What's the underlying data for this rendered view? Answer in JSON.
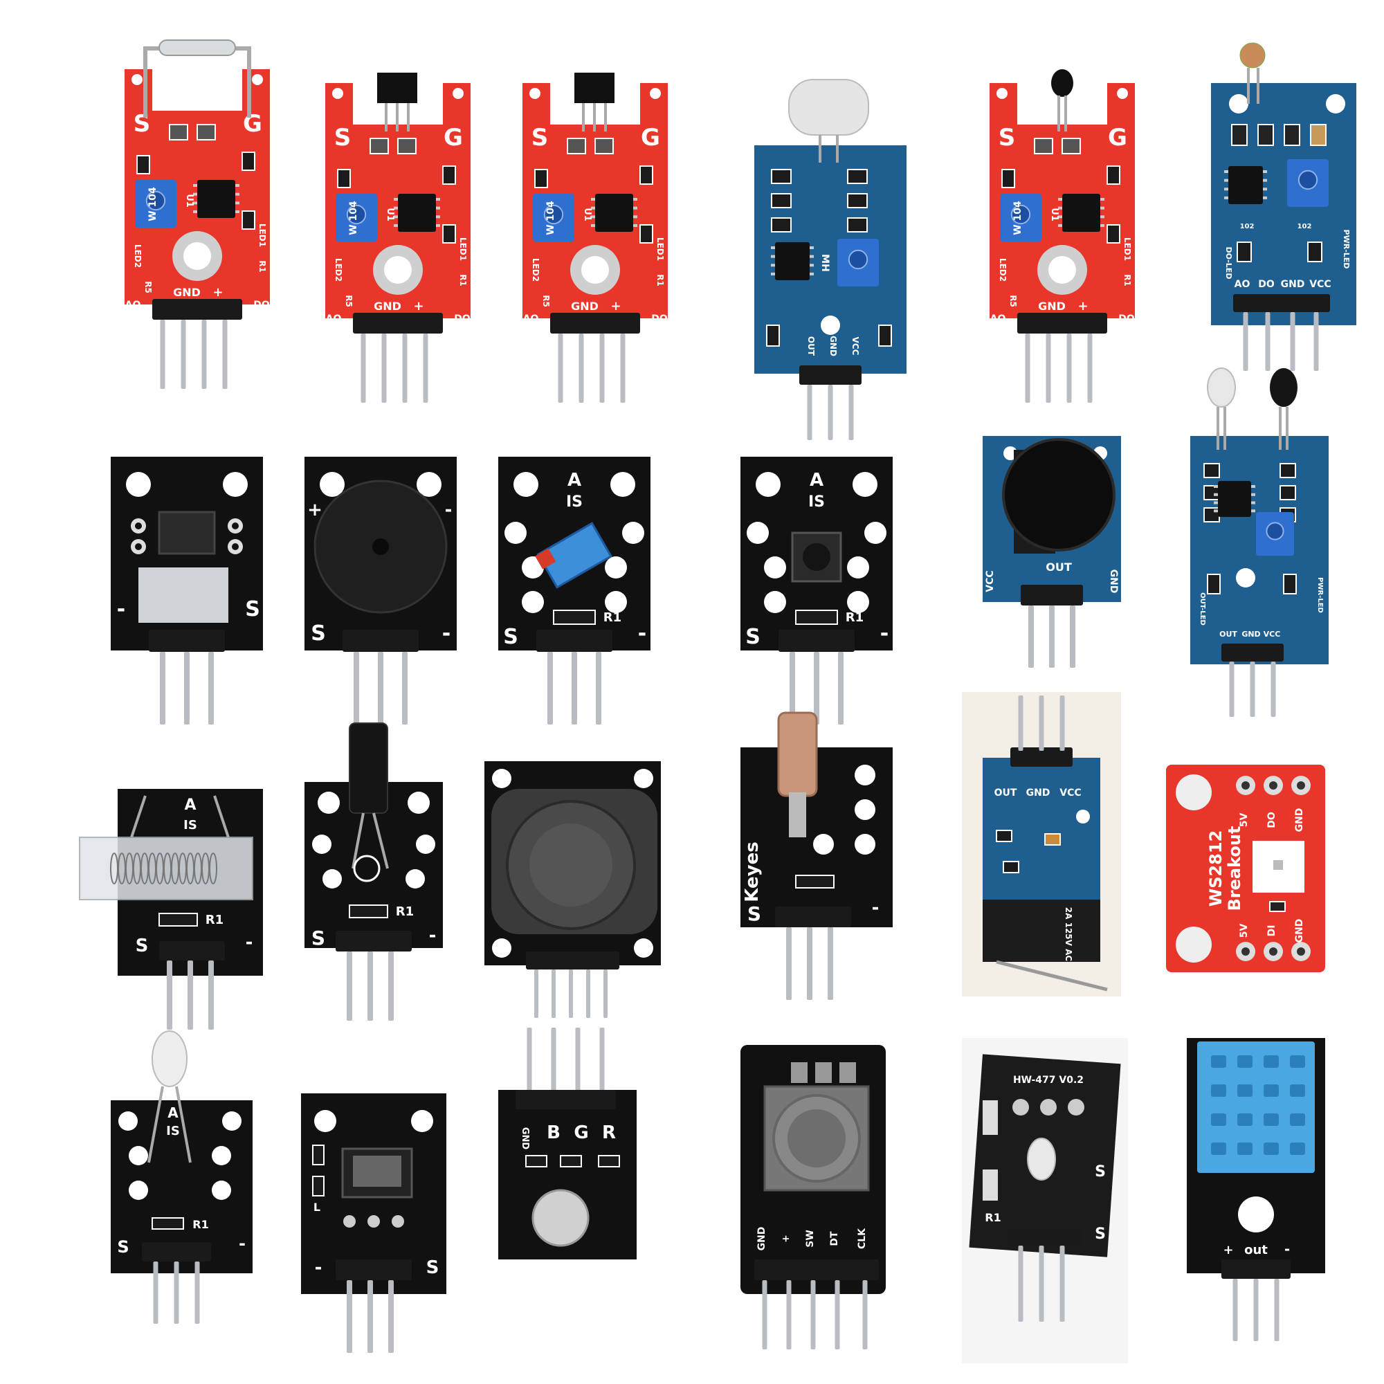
{
  "colors": {
    "red_pcb": "#e8362b",
    "blue_pcb": "#1f5f8f",
    "black_pcb": "#111111",
    "silk": "#ffffff",
    "pin": "#b9bcc2",
    "header": "#1a1a1a",
    "trimmer": "#2f6fd0"
  },
  "modules": [
    {
      "pcb": "red",
      "pins": [
        "AO",
        "GND",
        "+",
        "DO"
      ],
      "labels": {
        "top_left": "S",
        "top_right": "G",
        "trim": "W 104",
        "led1": "LED1",
        "led2": "LED2",
        "r5": "R5",
        "r1": "R1",
        "u1": "U1"
      },
      "part": "reed"
    },
    {
      "pcb": "red",
      "pins": [
        "AO",
        "GND",
        "+",
        "DO"
      ],
      "labels": {
        "top_left": "S",
        "top_right": "G",
        "trim": "W 104",
        "led1": "LED1",
        "led2": "LED2",
        "r5": "R5",
        "r1": "R1",
        "u1": "U1"
      },
      "part": "hall"
    },
    {
      "pcb": "red",
      "pins": [
        "AO",
        "GND",
        "+",
        "DO"
      ],
      "labels": {
        "top_left": "S",
        "top_right": "G",
        "trim": "W 104",
        "led1": "LED1",
        "led2": "LED2",
        "r5": "R5",
        "r1": "R1",
        "u1": "U1"
      },
      "part": "hall2"
    },
    {
      "pcb": "blue",
      "pins": [
        "OUT",
        "GND",
        "VCC"
      ],
      "labels": {
        "chip": "MH"
      },
      "part": "mic"
    },
    {
      "pcb": "red",
      "pins": [
        "AO",
        "GND",
        "+",
        "DO"
      ],
      "labels": {
        "top_left": "S",
        "top_right": "G",
        "trim": "W 104",
        "led1": "LED1",
        "led2": "LED2",
        "r5": "R5",
        "r1": "R1",
        "u1": "U1"
      },
      "part": "thermistor"
    },
    {
      "pcb": "blue",
      "pins": [
        "AO",
        "DO",
        "GND",
        "VCC"
      ],
      "labels": {
        "led_l": "DO-LED",
        "led_r": "PWR-LED",
        "r1": "102",
        "r2": "102"
      },
      "part": "ldr"
    },
    {
      "pcb": "black",
      "pins": [
        "-",
        "S"
      ],
      "labels": {},
      "part": "photo_interrupter"
    },
    {
      "pcb": "black",
      "pins": [
        "S",
        "-"
      ],
      "labels": {
        "plus": "+",
        "minus": "-"
      },
      "part": "buzzer"
    },
    {
      "pcb": "black",
      "pins": [
        "S",
        "-"
      ],
      "labels": {
        "a": "A",
        "is": "IS",
        "r1": "R1"
      },
      "part": "tilt"
    },
    {
      "pcb": "black",
      "pins": [
        "S",
        "-"
      ],
      "labels": {
        "a": "A",
        "is": "IS",
        "r1": "R1"
      },
      "part": "button"
    },
    {
      "pcb": "blue",
      "pins": [
        "VCC",
        "OUT",
        "GND"
      ],
      "labels": {},
      "part": "touch"
    },
    {
      "pcb": "blue",
      "pins": [
        "OUT",
        "GND",
        "VCC"
      ],
      "labels": {
        "led_l": "OUT-LED",
        "led_r": "PWR-LED"
      },
      "part": "flame"
    },
    {
      "pcb": "black",
      "pins": [
        "S",
        "-"
      ],
      "labels": {
        "a": "A",
        "is": "IS",
        "r1": "R1"
      },
      "part": "spring"
    },
    {
      "pcb": "black",
      "pins": [
        "S",
        "-"
      ],
      "labels": {
        "r1": "R1"
      },
      "part": "shock"
    },
    {
      "pcb": "black",
      "pins": [],
      "labels": {},
      "part": "joystick"
    },
    {
      "pcb": "black",
      "pins": [
        "S",
        "-"
      ],
      "labels": {
        "brand": "Keyes"
      },
      "part": "laser"
    },
    {
      "pcb": "blue",
      "pins": [
        "OUT",
        "GND",
        "VCC"
      ],
      "labels": {
        "switch": "2A 125V AC"
      },
      "part": "limit_switch"
    },
    {
      "pcb": "red",
      "pins": [],
      "labels": {
        "title1": "WS2812",
        "title2": "Breakout",
        "p5v_top": "5V",
        "do": "DO",
        "gnd_top": "GND",
        "p5v_bot": "5V",
        "di": "DI",
        "gnd_bot": "GND"
      },
      "part": "ws2812"
    },
    {
      "pcb": "black",
      "pins": [
        "S",
        "-"
      ],
      "labels": {
        "a": "A",
        "is": "IS",
        "r1": "R1"
      },
      "part": "ir_led"
    },
    {
      "pcb": "black",
      "pins": [
        "-",
        "S"
      ],
      "labels": {
        "l": "L"
      },
      "part": "ir_receiver"
    },
    {
      "pcb": "black",
      "pins": [],
      "labels": {
        "gnd": "GND",
        "b": "B",
        "g": "G",
        "r": "R"
      },
      "part": "rgb_led"
    },
    {
      "pcb": "black",
      "pins": [
        "GND",
        "+",
        "SW",
        "DT",
        "CLK"
      ],
      "labels": {},
      "part": "encoder"
    },
    {
      "pcb": "black",
      "pins": [
        "S"
      ],
      "labels": {
        "model": "HW-477 V0.2",
        "r1": "R1",
        "s_top": "S",
        "s_bot": "S"
      },
      "part": "hw477"
    },
    {
      "pcb": "black",
      "pins": [
        "+",
        "out",
        "-"
      ],
      "labels": {},
      "part": "dht11"
    }
  ]
}
